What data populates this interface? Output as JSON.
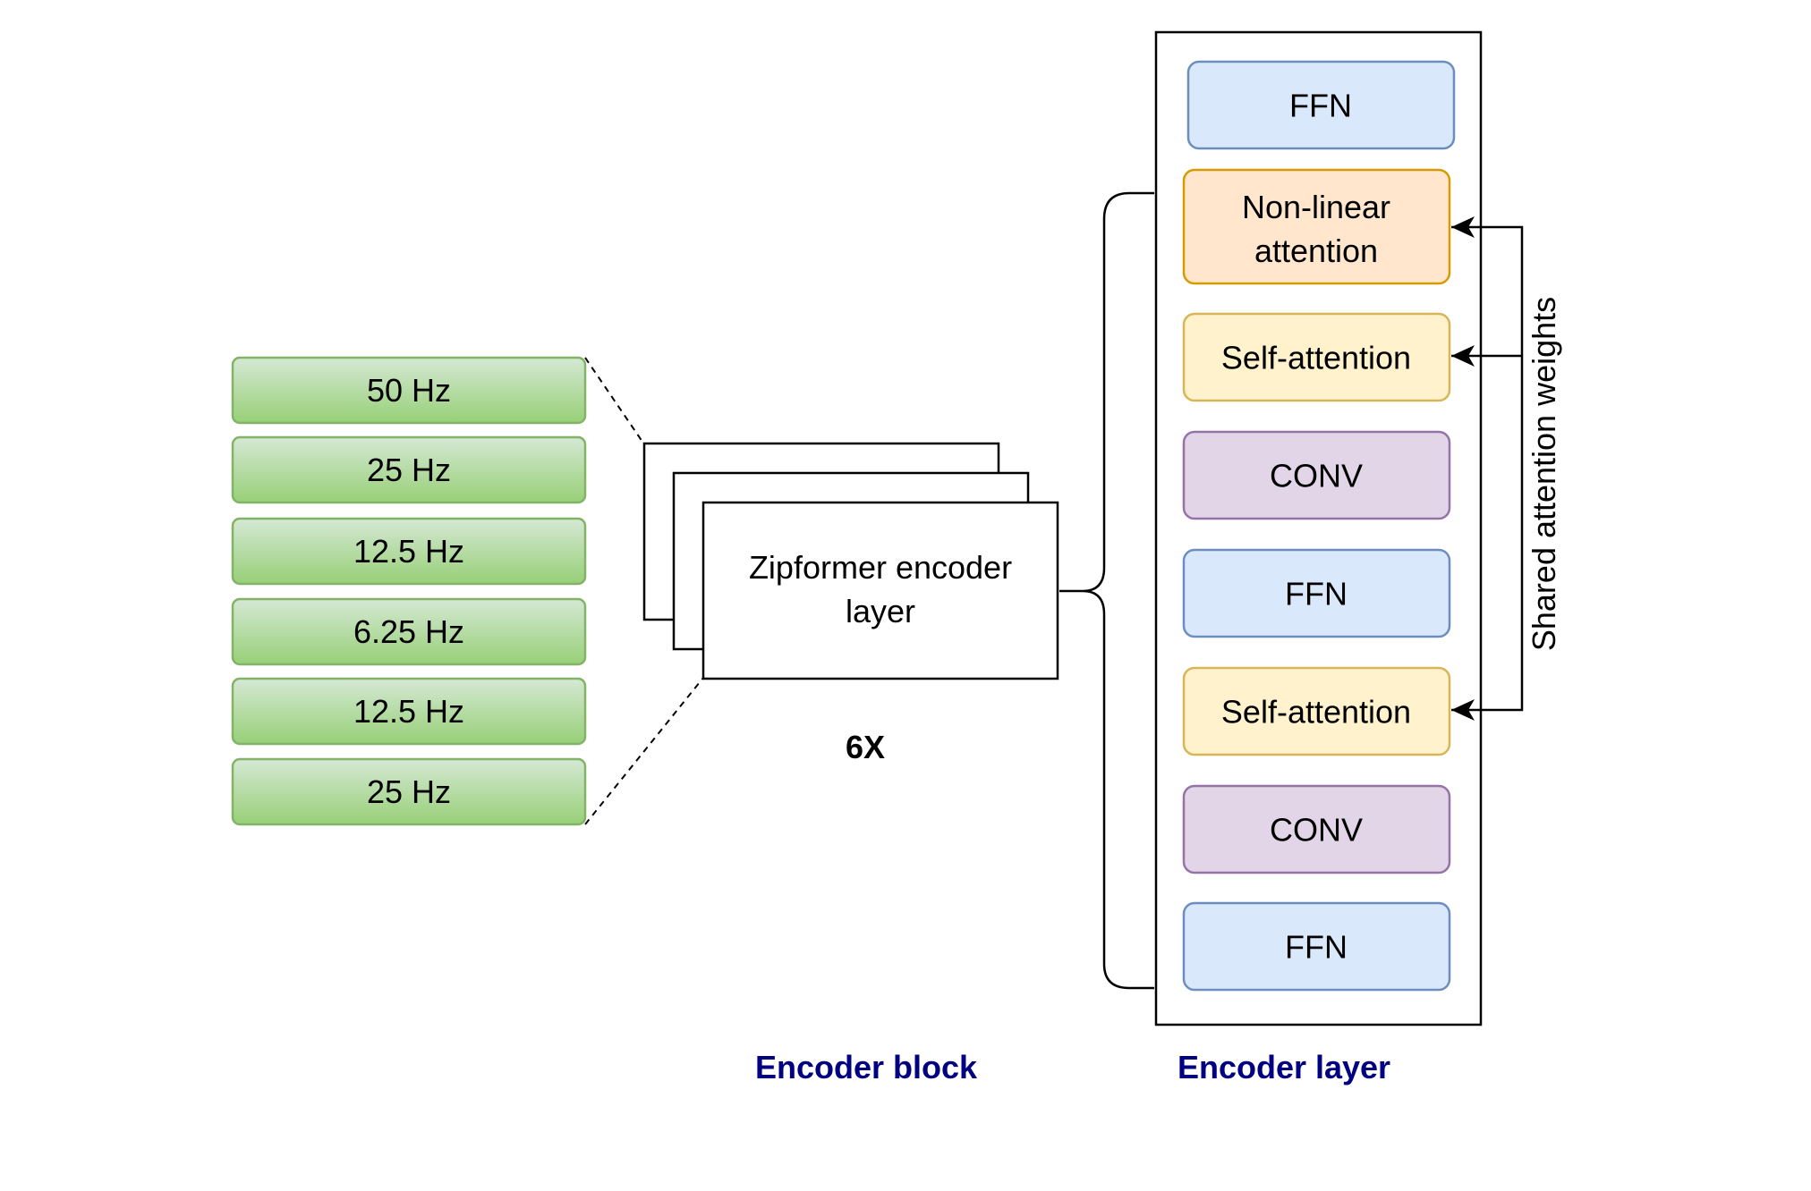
{
  "frequency_blocks": [
    "50 Hz",
    "25 Hz",
    "12.5 Hz",
    "6.25 Hz",
    "12.5 Hz",
    "25 Hz"
  ],
  "encoder_block": {
    "stack_label_line1": "Zipformer encoder",
    "stack_label_line2": "layer",
    "repeat_label": "6X",
    "caption": "Encoder block"
  },
  "encoder_layer": {
    "caption": "Encoder layer",
    "modules": [
      {
        "line1": "FFN",
        "line2": "",
        "type": "ffn"
      },
      {
        "line1": "Non-linear",
        "line2": "attention",
        "type": "nla"
      },
      {
        "line1": "Self-attention",
        "line2": "",
        "type": "sa"
      },
      {
        "line1": "CONV",
        "line2": "",
        "type": "conv"
      },
      {
        "line1": "FFN",
        "line2": "",
        "type": "ffn"
      },
      {
        "line1": "Self-attention",
        "line2": "",
        "type": "sa"
      },
      {
        "line1": "CONV",
        "line2": "",
        "type": "conv"
      },
      {
        "line1": "FFN",
        "line2": "",
        "type": "ffn"
      }
    ],
    "shared_weights_label": "Shared attention weights"
  },
  "colors": {
    "ffn_fill": "#dae8fc",
    "ffn_stroke": "#6c8ebf",
    "nla_fill": "#ffe6cc",
    "nla_stroke": "#d79b00",
    "sa_fill": "#fff2cc",
    "sa_stroke": "#d6b656",
    "conv_fill": "#e1d5e7",
    "conv_stroke": "#9673a6",
    "green_top": "#d5e8d4",
    "green_bottom": "#97d077",
    "green_stroke": "#82b366",
    "caption_blue": "#000080"
  }
}
